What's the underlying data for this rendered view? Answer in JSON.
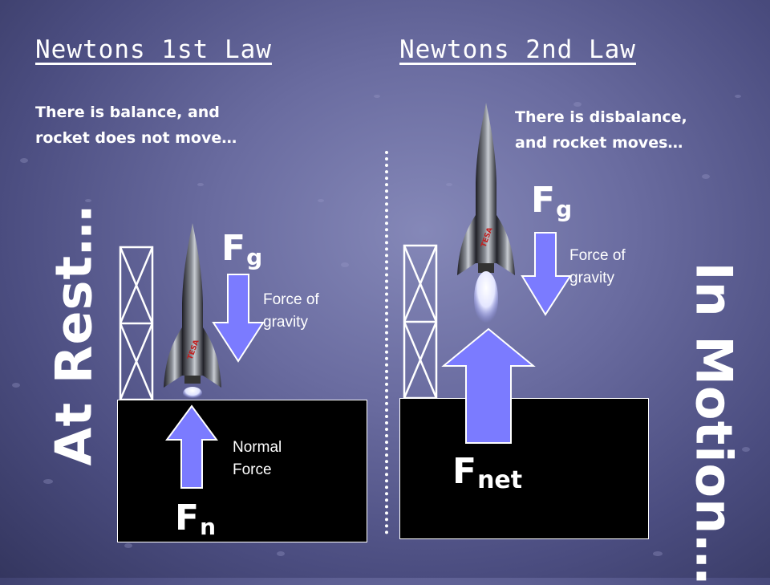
{
  "left": {
    "heading": "Newtons 1st Law",
    "description_line1": "There is balance, and",
    "description_line2": "rocket does not move…",
    "vertical_label": "At Rest…",
    "force_top": {
      "symbol": "F",
      "subscript": "g",
      "label_line1": "Force of",
      "label_line2": "gravity"
    },
    "force_bottom": {
      "symbol": "F",
      "subscript": "n",
      "label_line1": "Normal",
      "label_line2": "Force"
    },
    "rocket_text": "TESA"
  },
  "right": {
    "heading": "Newtons 2nd Law",
    "description_line1": "There is disbalance,",
    "description_line2": "and rocket moves…",
    "vertical_label": "In Motion…",
    "force_top": {
      "symbol": "F",
      "subscript": "g",
      "label_line1": "Force of",
      "label_line2": "gravity"
    },
    "force_bottom": {
      "symbol": "F",
      "subscript": "net"
    },
    "rocket_text": "TESA"
  },
  "colors": {
    "arrow_fill": "#7b7bff",
    "arrow_stroke": "#ffffff",
    "block": "#000000",
    "text": "#ffffff"
  }
}
